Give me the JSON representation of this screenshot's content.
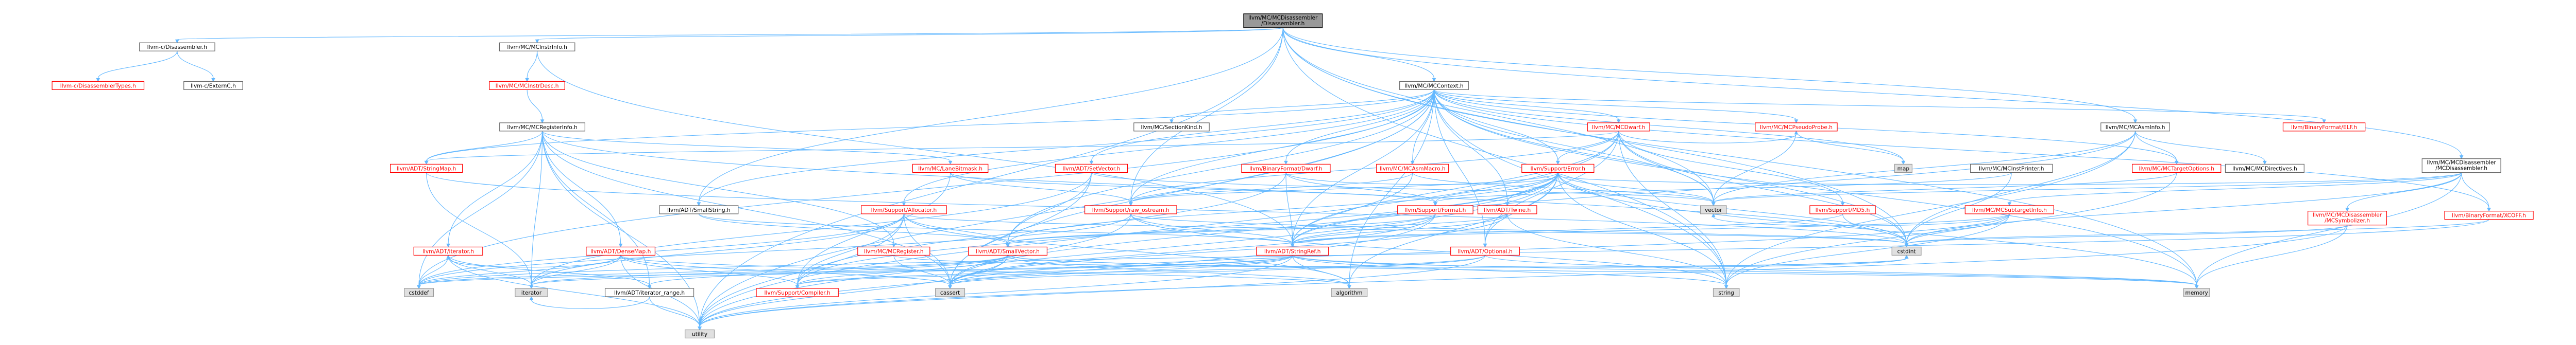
{
  "colors": {
    "edge": "#63b8ff",
    "root_fill": "#999999",
    "root_text": "#000000",
    "local_fill": "#ffffff",
    "local_border": "#666666",
    "local_text": "#000000",
    "red_text": "#ff0000",
    "red_border": "#ff0000",
    "sys_fill": "#e0e0e0",
    "sys_border": "#999999"
  },
  "nodes": [
    {
      "id": "root",
      "label": [
        "llvm/MC/MCDisassembler",
        "/Disassembler.h"
      ],
      "style": "root"
    },
    {
      "id": "c_dis",
      "label": [
        "llvm-c/Disassembler.h"
      ],
      "style": "local"
    },
    {
      "id": "c_distypes",
      "label": [
        "llvm-c/DisassemblerTypes.h"
      ],
      "style": "red"
    },
    {
      "id": "c_externc",
      "label": [
        "llvm-c/ExternC.h"
      ],
      "style": "local"
    },
    {
      "id": "mcinstrinfo",
      "label": [
        "llvm/MC/MCInstrInfo.h"
      ],
      "style": "local"
    },
    {
      "id": "mcinstrdesc",
      "label": [
        "llvm/MC/MCInstrDesc.h"
      ],
      "style": "red"
    },
    {
      "id": "mcreginfo",
      "label": [
        "llvm/MC/MCRegisterInfo.h"
      ],
      "style": "local"
    },
    {
      "id": "mccontext",
      "label": [
        "llvm/MC/MCContext.h"
      ],
      "style": "local"
    },
    {
      "id": "mcsectionkind",
      "label": [
        "llvm/MC/SectionKind.h"
      ],
      "style": "local"
    },
    {
      "id": "mcdwarf",
      "label": [
        "llvm/MC/MCDwarf.h"
      ],
      "style": "red"
    },
    {
      "id": "mcpseudoprobe",
      "label": [
        "llvm/MC/MCPseudoProbe.h"
      ],
      "style": "red"
    },
    {
      "id": "map",
      "label": [
        "map"
      ],
      "style": "sys"
    },
    {
      "id": "mcasminfo",
      "label": [
        "llvm/MC/MCAsmInfo.h"
      ],
      "style": "local"
    },
    {
      "id": "binelf",
      "label": [
        "llvm/BinaryFormat/ELF.h"
      ],
      "style": "red"
    },
    {
      "id": "mcdis2",
      "label": [
        "llvm/MC/MCDisassembler",
        "/MCDisassembler.h"
      ],
      "style": "local"
    },
    {
      "id": "adt_stringmap",
      "label": [
        "llvm/ADT/StringMap.h"
      ],
      "style": "red"
    },
    {
      "id": "lanebitmask",
      "label": [
        "llvm/MC/LaneBitmask.h"
      ],
      "style": "red"
    },
    {
      "id": "adt_setvector",
      "label": [
        "llvm/ADT/SetVector.h"
      ],
      "style": "red"
    },
    {
      "id": "binfmt_dwarf",
      "label": [
        "llvm/BinaryFormat/Dwarf.h"
      ],
      "style": "red"
    },
    {
      "id": "mcasmmacro",
      "label": [
        "llvm/MC/MCAsmMacro.h"
      ],
      "style": "red"
    },
    {
      "id": "support_error",
      "label": [
        "llvm/Support/Error.h"
      ],
      "style": "red"
    },
    {
      "id": "mcinstprinter",
      "label": [
        "llvm/MC/MCInstPrinter.h"
      ],
      "style": "local"
    },
    {
      "id": "mctargetoptions",
      "label": [
        "llvm/MC/MCTargetOptions.h"
      ],
      "style": "red"
    },
    {
      "id": "mcdirectives",
      "label": [
        "llvm/MC/MCDirectives.h"
      ],
      "style": "local"
    },
    {
      "id": "adt_smallstring",
      "label": [
        "llvm/ADT/SmallString.h"
      ],
      "style": "local"
    },
    {
      "id": "support_alloc",
      "label": [
        "llvm/Support/Allocator.h"
      ],
      "style": "red"
    },
    {
      "id": "support_rawostream",
      "label": [
        "llvm/Support/raw_ostream.h"
      ],
      "style": "red"
    },
    {
      "id": "support_format",
      "label": [
        "llvm/Support/Format.h"
      ],
      "style": "red"
    },
    {
      "id": "adt_twine",
      "label": [
        "llvm/ADT/Twine.h"
      ],
      "style": "red"
    },
    {
      "id": "vector",
      "label": [
        "vector"
      ],
      "style": "sys"
    },
    {
      "id": "support_md5",
      "label": [
        "llvm/Support/MD5.h"
      ],
      "style": "red"
    },
    {
      "id": "mcsubtarget",
      "label": [
        "llvm/MC/MCSubtargetInfo.h"
      ],
      "style": "red"
    },
    {
      "id": "mcsymbolizer",
      "label": [
        "llvm/MC/MCDisassembler",
        "/MCSymbolizer.h"
      ],
      "style": "red"
    },
    {
      "id": "binxcoff",
      "label": [
        "llvm/BinaryFormat/XCOFF.h"
      ],
      "style": "red"
    },
    {
      "id": "adt_iterator",
      "label": [
        "llvm/ADT/iterator.h"
      ],
      "style": "red"
    },
    {
      "id": "adt_densemap",
      "label": [
        "llvm/ADT/DenseMap.h"
      ],
      "style": "red"
    },
    {
      "id": "mcregister",
      "label": [
        "llvm/MC/MCRegister.h"
      ],
      "style": "red"
    },
    {
      "id": "adt_smallvector",
      "label": [
        "llvm/ADT/SmallVector.h"
      ],
      "style": "red"
    },
    {
      "id": "adt_stringref",
      "label": [
        "llvm/ADT/StringRef.h"
      ],
      "style": "red"
    },
    {
      "id": "adt_optional",
      "label": [
        "llvm/ADT/Optional.h"
      ],
      "style": "red"
    },
    {
      "id": "cstdint",
      "label": [
        "cstdint"
      ],
      "style": "sys"
    },
    {
      "id": "cstddef",
      "label": [
        "cstddef"
      ],
      "style": "sys"
    },
    {
      "id": "iterator",
      "label": [
        "iterator"
      ],
      "style": "sys"
    },
    {
      "id": "adt_iterrange",
      "label": [
        "llvm/ADT/iterator_range.h"
      ],
      "style": "local"
    },
    {
      "id": "support_compiler",
      "label": [
        "llvm/Support/Compiler.h"
      ],
      "style": "red"
    },
    {
      "id": "cassert",
      "label": [
        "cassert"
      ],
      "style": "sys"
    },
    {
      "id": "algorithm",
      "label": [
        "algorithm"
      ],
      "style": "sys"
    },
    {
      "id": "string",
      "label": [
        "string"
      ],
      "style": "sys"
    },
    {
      "id": "memory",
      "label": [
        "memory"
      ],
      "style": "sys"
    },
    {
      "id": "utility",
      "label": [
        "utility"
      ],
      "style": "sys"
    }
  ],
  "edges": [
    [
      "root",
      "c_dis"
    ],
    [
      "root",
      "mcinstrinfo"
    ],
    [
      "root",
      "mccontext"
    ],
    [
      "root",
      "mcasminfo"
    ],
    [
      "root",
      "mcdis2"
    ],
    [
      "root",
      "utility"
    ],
    [
      "root",
      "string"
    ],
    [
      "root",
      "vector"
    ],
    [
      "root",
      "memory"
    ],
    [
      "root",
      "adt_smallstring"
    ],
    [
      "root",
      "support_rawostream"
    ],
    [
      "root",
      "cstdint"
    ],
    [
      "c_dis",
      "c_distypes"
    ],
    [
      "c_dis",
      "c_externc"
    ],
    [
      "mcinstrinfo",
      "mcinstrdesc"
    ],
    [
      "mcinstrinfo",
      "adt_stringref"
    ],
    [
      "mcinstrdesc",
      "mcreginfo"
    ],
    [
      "mcreginfo",
      "adt_stringmap"
    ],
    [
      "mcreginfo",
      "lanebitmask"
    ],
    [
      "mcreginfo",
      "adt_densemap"
    ],
    [
      "mcreginfo",
      "adt_iterrange"
    ],
    [
      "mcreginfo",
      "adt_iterator"
    ],
    [
      "mcreginfo",
      "mcregister"
    ],
    [
      "mcreginfo",
      "cassert"
    ],
    [
      "mcreginfo",
      "cstdint"
    ],
    [
      "mcreginfo",
      "iterator"
    ],
    [
      "mcreginfo",
      "utility"
    ],
    [
      "mcreginfo",
      "cstddef"
    ],
    [
      "mccontext",
      "mcsectionkind"
    ],
    [
      "mccontext",
      "mcdwarf"
    ],
    [
      "mccontext",
      "mcpseudoprobe"
    ],
    [
      "mccontext",
      "adt_setvector"
    ],
    [
      "mccontext",
      "binfmt_dwarf"
    ],
    [
      "mccontext",
      "mcasmmacro"
    ],
    [
      "mccontext",
      "support_error"
    ],
    [
      "mccontext",
      "mctargetoptions"
    ],
    [
      "mccontext",
      "binelf"
    ],
    [
      "mccontext",
      "binxcoff"
    ],
    [
      "mccontext",
      "adt_smallstring"
    ],
    [
      "mccontext",
      "support_alloc"
    ],
    [
      "mccontext",
      "support_rawostream"
    ],
    [
      "mccontext",
      "adt_twine"
    ],
    [
      "mccontext",
      "adt_stringmap"
    ],
    [
      "mccontext",
      "adt_smallvector"
    ],
    [
      "mccontext",
      "adt_stringref"
    ],
    [
      "mccontext",
      "adt_optional"
    ],
    [
      "mccontext",
      "map"
    ],
    [
      "mccontext",
      "vector"
    ],
    [
      "mccontext",
      "memory"
    ],
    [
      "mccontext",
      "string"
    ],
    [
      "mccontext",
      "utility"
    ],
    [
      "mccontext",
      "cstdint"
    ],
    [
      "mccontext",
      "cstddef"
    ],
    [
      "mccontext",
      "algorithm"
    ],
    [
      "mccontext",
      "cassert"
    ],
    [
      "mcdwarf",
      "mcpseudoprobe"
    ],
    [
      "mcdwarf",
      "support_error"
    ],
    [
      "mcdwarf",
      "support_md5"
    ],
    [
      "mcdwarf",
      "adt_stringmap"
    ],
    [
      "mcdwarf",
      "adt_stringref"
    ],
    [
      "mcdwarf",
      "adt_optional"
    ],
    [
      "mcdwarf",
      "vector"
    ],
    [
      "mcdwarf",
      "string"
    ],
    [
      "mcdwarf",
      "cstdint"
    ],
    [
      "mcdwarf",
      "utility"
    ],
    [
      "mcdwarf",
      "support_rawostream"
    ],
    [
      "mcpseudoprobe",
      "map"
    ],
    [
      "mcpseudoprobe",
      "vector"
    ],
    [
      "mcasminfo",
      "mctargetoptions"
    ],
    [
      "mcasminfo",
      "mcdirectives"
    ],
    [
      "mcasminfo",
      "vector"
    ],
    [
      "mcasminfo",
      "adt_stringref"
    ],
    [
      "mcasminfo",
      "string"
    ],
    [
      "mcasminfo",
      "cstdint"
    ],
    [
      "mcdis2",
      "mcsymbolizer"
    ],
    [
      "mcdis2",
      "mcsubtarget"
    ],
    [
      "mcdis2",
      "binxcoff"
    ],
    [
      "mcdis2",
      "support_error"
    ],
    [
      "mcdis2",
      "cstdint"
    ],
    [
      "mcdis2",
      "memory"
    ],
    [
      "mcdis2",
      "vector"
    ],
    [
      "mcsymbolizer",
      "cstdint"
    ],
    [
      "mcsymbolizer",
      "memory"
    ],
    [
      "mcsymbolizer",
      "utility"
    ],
    [
      "mcsubtarget",
      "adt_stringref"
    ],
    [
      "mcsubtarget",
      "cassert"
    ],
    [
      "mcsubtarget",
      "cstdint"
    ],
    [
      "mcsubtarget",
      "string"
    ],
    [
      "mcsubtarget",
      "vector"
    ],
    [
      "binxcoff",
      "cstdint"
    ],
    [
      "binxcoff",
      "cstddef"
    ],
    [
      "mcinstprinter",
      "support_format"
    ],
    [
      "mcinstprinter",
      "cstdint"
    ],
    [
      "mctargetoptions",
      "string"
    ],
    [
      "mctargetoptions",
      "vector"
    ],
    [
      "lanebitmask",
      "support_compiler"
    ],
    [
      "lanebitmask",
      "support_format"
    ],
    [
      "lanebitmask",
      "support_rawostream"
    ],
    [
      "adt_setvector",
      "adt_smallvector"
    ],
    [
      "adt_setvector",
      "cassert"
    ],
    [
      "adt_setvector",
      "iterator"
    ],
    [
      "adt_setvector",
      "vector"
    ],
    [
      "binfmt_dwarf",
      "support_compiler"
    ],
    [
      "binfmt_dwarf",
      "support_error"
    ],
    [
      "binfmt_dwarf",
      "support_format"
    ],
    [
      "binfmt_dwarf",
      "adt_stringref"
    ],
    [
      "mcasmmacro",
      "adt_stringref"
    ],
    [
      "mcasmmacro",
      "support_rawostream"
    ],
    [
      "mcasmmacro",
      "vector"
    ],
    [
      "support_error",
      "adt_twine"
    ],
    [
      "support_error",
      "support_format"
    ],
    [
      "support_error",
      "support_rawostream"
    ],
    [
      "support_error",
      "support_compiler"
    ],
    [
      "support_error",
      "adt_smallvector"
    ],
    [
      "support_error",
      "adt_stringref"
    ],
    [
      "support_error",
      "adt_optional"
    ],
    [
      "support_error",
      "cassert"
    ],
    [
      "support_error",
      "cstdint"
    ],
    [
      "support_error",
      "memory"
    ],
    [
      "support_error",
      "string"
    ],
    [
      "support_error",
      "utility"
    ],
    [
      "support_error",
      "vector"
    ],
    [
      "support_error",
      "algorithm"
    ],
    [
      "adt_smallstring",
      "adt_smallvector"
    ],
    [
      "adt_smallstring",
      "adt_stringref"
    ],
    [
      "support_alloc",
      "adt_smallvector"
    ],
    [
      "support_alloc",
      "support_compiler"
    ],
    [
      "support_alloc",
      "cassert"
    ],
    [
      "support_alloc",
      "cstddef"
    ],
    [
      "support_alloc",
      "cstdint"
    ],
    [
      "support_alloc",
      "utility"
    ],
    [
      "support_alloc",
      "iterator"
    ],
    [
      "support_alloc",
      "algorithm"
    ],
    [
      "support_rawostream",
      "adt_stringref"
    ],
    [
      "support_rawostream",
      "cassert"
    ],
    [
      "support_rawostream",
      "cstddef"
    ],
    [
      "support_rawostream",
      "cstdint"
    ],
    [
      "support_rawostream",
      "string"
    ],
    [
      "support_format",
      "adt_smallvector"
    ],
    [
      "support_format",
      "adt_stringref"
    ],
    [
      "support_format",
      "cassert"
    ],
    [
      "support_format",
      "utility"
    ],
    [
      "adt_twine",
      "adt_smallvector"
    ],
    [
      "adt_twine",
      "adt_stringref"
    ],
    [
      "adt_twine",
      "cassert"
    ],
    [
      "adt_twine",
      "string"
    ],
    [
      "support_md5",
      "adt_stringref"
    ],
    [
      "support_md5",
      "cstdint"
    ],
    [
      "adt_stringmap",
      "iterator"
    ],
    [
      "adt_stringmap",
      "cstdint"
    ],
    [
      "adt_iterator",
      "adt_iterrange"
    ],
    [
      "adt_iterator",
      "cstddef"
    ],
    [
      "adt_iterator",
      "iterator"
    ],
    [
      "adt_iterator",
      "utility"
    ],
    [
      "adt_densemap",
      "adt_iterator"
    ],
    [
      "adt_densemap",
      "support_compiler"
    ],
    [
      "adt_densemap",
      "cassert"
    ],
    [
      "adt_densemap",
      "cstddef"
    ],
    [
      "adt_densemap",
      "iterator"
    ],
    [
      "adt_densemap",
      "utility"
    ],
    [
      "adt_densemap",
      "algorithm"
    ],
    [
      "mcregister",
      "cassert"
    ],
    [
      "mcregister",
      "cstdint"
    ],
    [
      "adt_smallvector",
      "adt_iterrange"
    ],
    [
      "adt_smallvector",
      "support_compiler"
    ],
    [
      "adt_smallvector",
      "cassert"
    ],
    [
      "adt_smallvector",
      "cstddef"
    ],
    [
      "adt_smallvector",
      "cstdint"
    ],
    [
      "adt_smallvector",
      "iterator"
    ],
    [
      "adt_smallvector",
      "memory"
    ],
    [
      "adt_smallvector",
      "utility"
    ],
    [
      "adt_smallvector",
      "algorithm"
    ],
    [
      "adt_stringref",
      "support_compiler"
    ],
    [
      "adt_stringref",
      "iterator"
    ],
    [
      "adt_stringref",
      "cassert"
    ],
    [
      "adt_stringref",
      "cstddef"
    ],
    [
      "adt_stringref",
      "cstdint"
    ],
    [
      "adt_stringref",
      "string"
    ],
    [
      "adt_stringref",
      "utility"
    ],
    [
      "adt_stringref",
      "algorithm"
    ],
    [
      "adt_stringref",
      "memory"
    ],
    [
      "adt_optional",
      "support_compiler"
    ],
    [
      "adt_optional",
      "cassert"
    ],
    [
      "adt_optional",
      "utility"
    ],
    [
      "adt_optional",
      "memory"
    ],
    [
      "adt_iterrange",
      "utility"
    ],
    [
      "adt_iterrange",
      "iterator"
    ]
  ]
}
